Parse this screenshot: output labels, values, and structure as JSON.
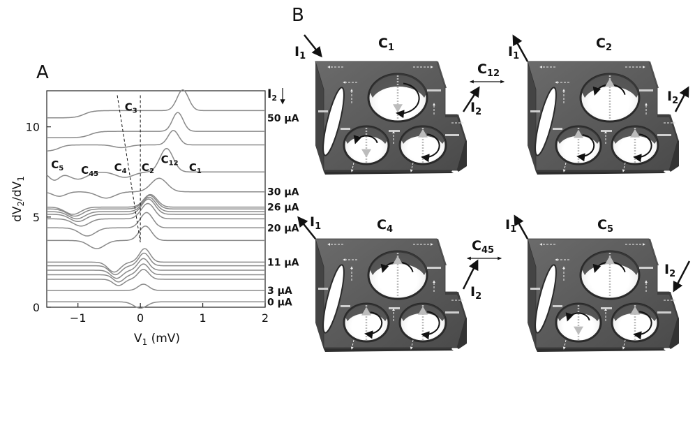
{
  "panel_a": {
    "letter": "A",
    "chart_data": {
      "type": "line",
      "xlabel_main": "V",
      "xlabel_sub": "1",
      "xlabel_unit": " (mV)",
      "ylabel_main": "dV",
      "ylabel_sub1": "2",
      "ylabel_mid": "/dV",
      "ylabel_sub2": "1",
      "xlim": [
        -1.5,
        2
      ],
      "ylim": [
        0,
        12
      ],
      "xticks": [
        -1,
        0,
        1,
        2
      ],
      "xtick_labels": [
        "−1",
        "0",
        "1",
        "2"
      ],
      "yticks": [
        0,
        5,
        10
      ],
      "ytick_labels": [
        "0",
        "5",
        "10"
      ],
      "grid": false,
      "dashed_lines": [
        {
          "points": [
            [
              -0.37,
              11.75
            ],
            [
              0.0,
              3.6
            ]
          ]
        },
        {
          "points": [
            [
              0.0,
              11.75
            ],
            [
              0.0,
              3.6
            ]
          ]
        }
      ],
      "curve_labels": [
        {
          "text": "C",
          "sub": "3",
          "x": -0.25,
          "y": 10.9
        },
        {
          "text": "C",
          "sub": "5",
          "x": -1.43,
          "y": 7.7
        },
        {
          "text": "C",
          "sub": "45",
          "x": -0.95,
          "y": 7.4
        },
        {
          "text": "C",
          "sub": "4",
          "x": -0.42,
          "y": 7.55
        },
        {
          "text": "C",
          "sub": "2",
          "x": 0.02,
          "y": 7.55
        },
        {
          "text": "C",
          "sub": "12",
          "x": 0.33,
          "y": 8.0
        },
        {
          "text": "C",
          "sub": "1",
          "x": 0.78,
          "y": 7.55
        }
      ],
      "current_header": {
        "text": "I",
        "sub": "2"
      },
      "current_labels": [
        {
          "text": "50 μA",
          "offset": 10.5
        },
        {
          "text": "30 μA",
          "offset": 6.4
        },
        {
          "text": "26 μA",
          "offset": 5.55
        },
        {
          "text": "20 μA",
          "offset": 4.4
        },
        {
          "text": "11 μA",
          "offset": 2.5
        },
        {
          "text": "3 μA",
          "offset": 0.93
        },
        {
          "text": "0 μA",
          "offset": 0.3
        }
      ],
      "series": [
        {
          "offset": 0.3,
          "features": [
            {
              "c": 0.0,
              "w": 0.15,
              "a": -0.35,
              "k": "dip"
            }
          ]
        },
        {
          "offset": 0.93,
          "features": [
            {
              "c": 0.05,
              "w": 0.12,
              "a": 0.35,
              "k": "peak"
            }
          ]
        },
        {
          "offset": 1.55,
          "features": [
            {
              "c": 0.05,
              "w": 0.12,
              "a": 0.55,
              "k": "peak"
            },
            {
              "c": -0.35,
              "w": 0.12,
              "a": -0.35,
              "k": "dip"
            }
          ]
        },
        {
          "offset": 1.8,
          "features": [
            {
              "c": 0.05,
              "w": 0.12,
              "a": 0.6,
              "k": "peak"
            },
            {
              "c": -0.35,
              "w": 0.12,
              "a": -0.4,
              "k": "dip"
            }
          ]
        },
        {
          "offset": 2.05,
          "features": [
            {
              "c": 0.05,
              "w": 0.12,
              "a": 0.65,
              "k": "peak"
            },
            {
              "c": -0.38,
              "w": 0.13,
              "a": -0.45,
              "k": "dip"
            }
          ]
        },
        {
          "offset": 2.3,
          "features": [
            {
              "c": 0.06,
              "w": 0.12,
              "a": 0.7,
              "k": "peak"
            },
            {
              "c": -0.4,
              "w": 0.13,
              "a": -0.5,
              "k": "dip"
            }
          ]
        },
        {
          "offset": 2.5,
          "features": [
            {
              "c": 0.07,
              "w": 0.12,
              "a": 0.75,
              "k": "peak"
            },
            {
              "c": -0.42,
              "w": 0.14,
              "a": -0.55,
              "k": "dip"
            }
          ]
        },
        {
          "offset": 3.7,
          "features": [
            {
              "c": 0.08,
              "w": 0.14,
              "a": 0.8,
              "k": "peak"
            },
            {
              "c": -0.7,
              "w": 0.18,
              "a": -0.45,
              "k": "dip"
            }
          ]
        },
        {
          "offset": 4.4,
          "features": [
            {
              "c": 0.1,
              "w": 0.14,
              "a": 0.85,
              "k": "peak"
            },
            {
              "c": -0.85,
              "w": 0.18,
              "a": -0.45,
              "k": "dip"
            }
          ]
        },
        {
          "offset": 4.9,
          "features": [
            {
              "c": 0.12,
              "w": 0.15,
              "a": 0.85,
              "k": "peak"
            },
            {
              "c": -0.95,
              "w": 0.18,
              "a": -0.4,
              "k": "dip"
            }
          ]
        },
        {
          "offset": 5.15,
          "features": [
            {
              "c": 0.13,
              "w": 0.15,
              "a": 0.85,
              "k": "peak"
            },
            {
              "c": -1.0,
              "w": 0.18,
              "a": -0.4,
              "k": "dip"
            }
          ]
        },
        {
          "offset": 5.3,
          "features": [
            {
              "c": 0.14,
              "w": 0.15,
              "a": 0.8,
              "k": "peak"
            },
            {
              "c": -1.02,
              "w": 0.18,
              "a": -0.4,
              "k": "dip"
            }
          ]
        },
        {
          "offset": 5.45,
          "features": [
            {
              "c": 0.15,
              "w": 0.15,
              "a": 0.75,
              "k": "peak"
            },
            {
              "c": -1.05,
              "w": 0.18,
              "a": -0.4,
              "k": "dip"
            }
          ]
        },
        {
          "offset": 5.55,
          "features": [
            {
              "c": 0.16,
              "w": 0.15,
              "a": 0.7,
              "k": "peak"
            },
            {
              "c": -1.08,
              "w": 0.18,
              "a": -0.4,
              "k": "dip"
            }
          ]
        },
        {
          "offset": 6.4,
          "features": [
            {
              "c": 0.3,
              "w": 0.18,
              "a": 0.75,
              "k": "peak"
            },
            {
              "c": -0.55,
              "w": 0.2,
              "a": -0.35,
              "k": "dip"
            },
            {
              "c": -1.3,
              "w": 0.15,
              "a": -0.25,
              "k": "dip"
            }
          ]
        },
        {
          "offset": 7.5,
          "features": [
            {
              "c": 0.42,
              "w": 0.15,
              "a": 1.3,
              "k": "peak"
            },
            {
              "c": -0.25,
              "w": 0.2,
              "a": -0.3,
              "k": "dip"
            },
            {
              "c": -1.0,
              "w": 0.2,
              "a": -0.4,
              "k": "dip"
            },
            {
              "c": -1.38,
              "w": 0.12,
              "a": -0.45,
              "k": "dip"
            }
          ]
        },
        {
          "offset": 8.65,
          "features": [
            {
              "c": 0.53,
              "w": 0.12,
              "a": 0.8,
              "k": "peak"
            },
            {
              "c": -0.3,
              "w": 0.18,
              "a": -0.15,
              "k": "dip"
            },
            {
              "c": -1.3,
              "w": 0.18,
              "a": 0.35,
              "k": "step"
            }
          ]
        },
        {
          "offset": 9.4,
          "features": [
            {
              "c": 0.6,
              "w": 0.12,
              "a": 1.05,
              "k": "peak"
            },
            {
              "c": -0.8,
              "w": 0.2,
              "a": 0.35,
              "k": "step"
            }
          ]
        },
        {
          "offset": 10.5,
          "features": [
            {
              "c": 0.68,
              "w": 0.13,
              "a": 1.15,
              "k": "peak"
            },
            {
              "c": -0.9,
              "w": 0.2,
              "a": 0.4,
              "k": "step"
            }
          ]
        }
      ]
    }
  },
  "panel_b": {
    "letter": "B",
    "blocks": [
      {
        "title": "C",
        "title_sub": "1",
        "i1": "I",
        "i1_sub": "1",
        "i2": "I",
        "i2_sub": "2",
        "i1_dir": "in",
        "i2_dir": "out",
        "circulation": [
          "cw",
          "ccw",
          "cw"
        ]
      },
      {
        "title": "C",
        "title_sub": "2",
        "i1": "I",
        "i1_sub": "1",
        "i2": "I",
        "i2_sub": "2",
        "i1_dir": "out",
        "i2_dir": "out",
        "circulation": [
          "ccw",
          "cw",
          "cw"
        ]
      },
      {
        "title": "C",
        "title_sub": "4",
        "i1": "I",
        "i1_sub": "1",
        "i2": "I",
        "i2_sub": "2",
        "i1_dir": "out",
        "i2_dir": "out",
        "circulation": [
          "ccw",
          "cw",
          "cw"
        ]
      },
      {
        "title": "C",
        "title_sub": "5",
        "i1": "I",
        "i1_sub": "1",
        "i2": "I",
        "i2_sub": "2",
        "i1_dir": "out",
        "i2_dir": "in",
        "circulation": [
          "ccw",
          "ccw",
          "cw"
        ]
      }
    ],
    "transitions": [
      {
        "text": "C",
        "sub": "12"
      },
      {
        "text": "C",
        "sub": "45"
      }
    ]
  }
}
